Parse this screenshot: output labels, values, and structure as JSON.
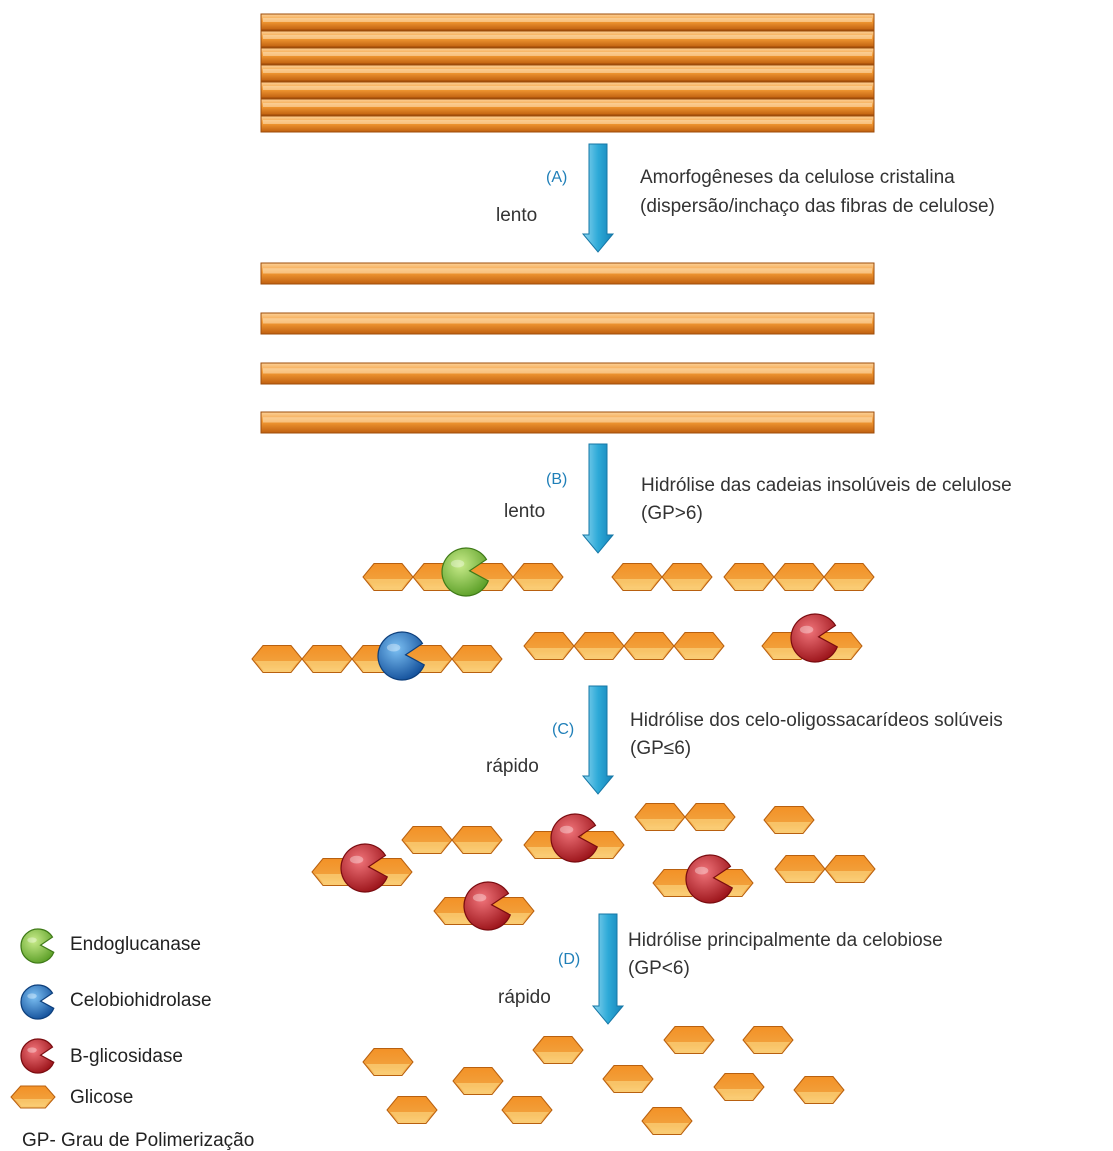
{
  "colors": {
    "fiber": "#f08c2a",
    "fiber_dark": "#b55a0e",
    "glucose": "#f39a2e",
    "arrow": "#35b3dd",
    "endoglucanase": "#7dc142",
    "celobiohidrolase": "#2b7cc9",
    "b_glicosidase": "#c9252c"
  },
  "steps": [
    {
      "letter": "(A)",
      "speed": "lento",
      "line1": "Amorfogêneses da celulose cristalina",
      "line2": "(dispersão/inchaço das fibras de celulose)"
    },
    {
      "letter": "(B)",
      "speed": "lento",
      "line1": "Hidrólise das cadeias insolúveis de celulose",
      "line2": "(GP>6)"
    },
    {
      "letter": "(C)",
      "speed": "rápido",
      "line1": "Hidrólise dos celo-oligossacarídeos solúveis",
      "line2": "(GP≤6)"
    },
    {
      "letter": "(D)",
      "speed": "rápido",
      "line1": "Hidrólise principalmente da celobiose",
      "line2": "(GP<6)"
    }
  ],
  "legend": [
    {
      "label": "Endoglucanase",
      "icon": "endoglucanase-enzyme-icon"
    },
    {
      "label": "Celobiohidrolase",
      "icon": "celobiohidrolase-enzyme-icon"
    },
    {
      "label": "B-glicosidase",
      "icon": "b-glicosidase-enzyme-icon"
    },
    {
      "label": "Glicose",
      "icon": "glucose-hexagon-icon"
    }
  ],
  "footnote": "GP- Grau de Polimerização"
}
